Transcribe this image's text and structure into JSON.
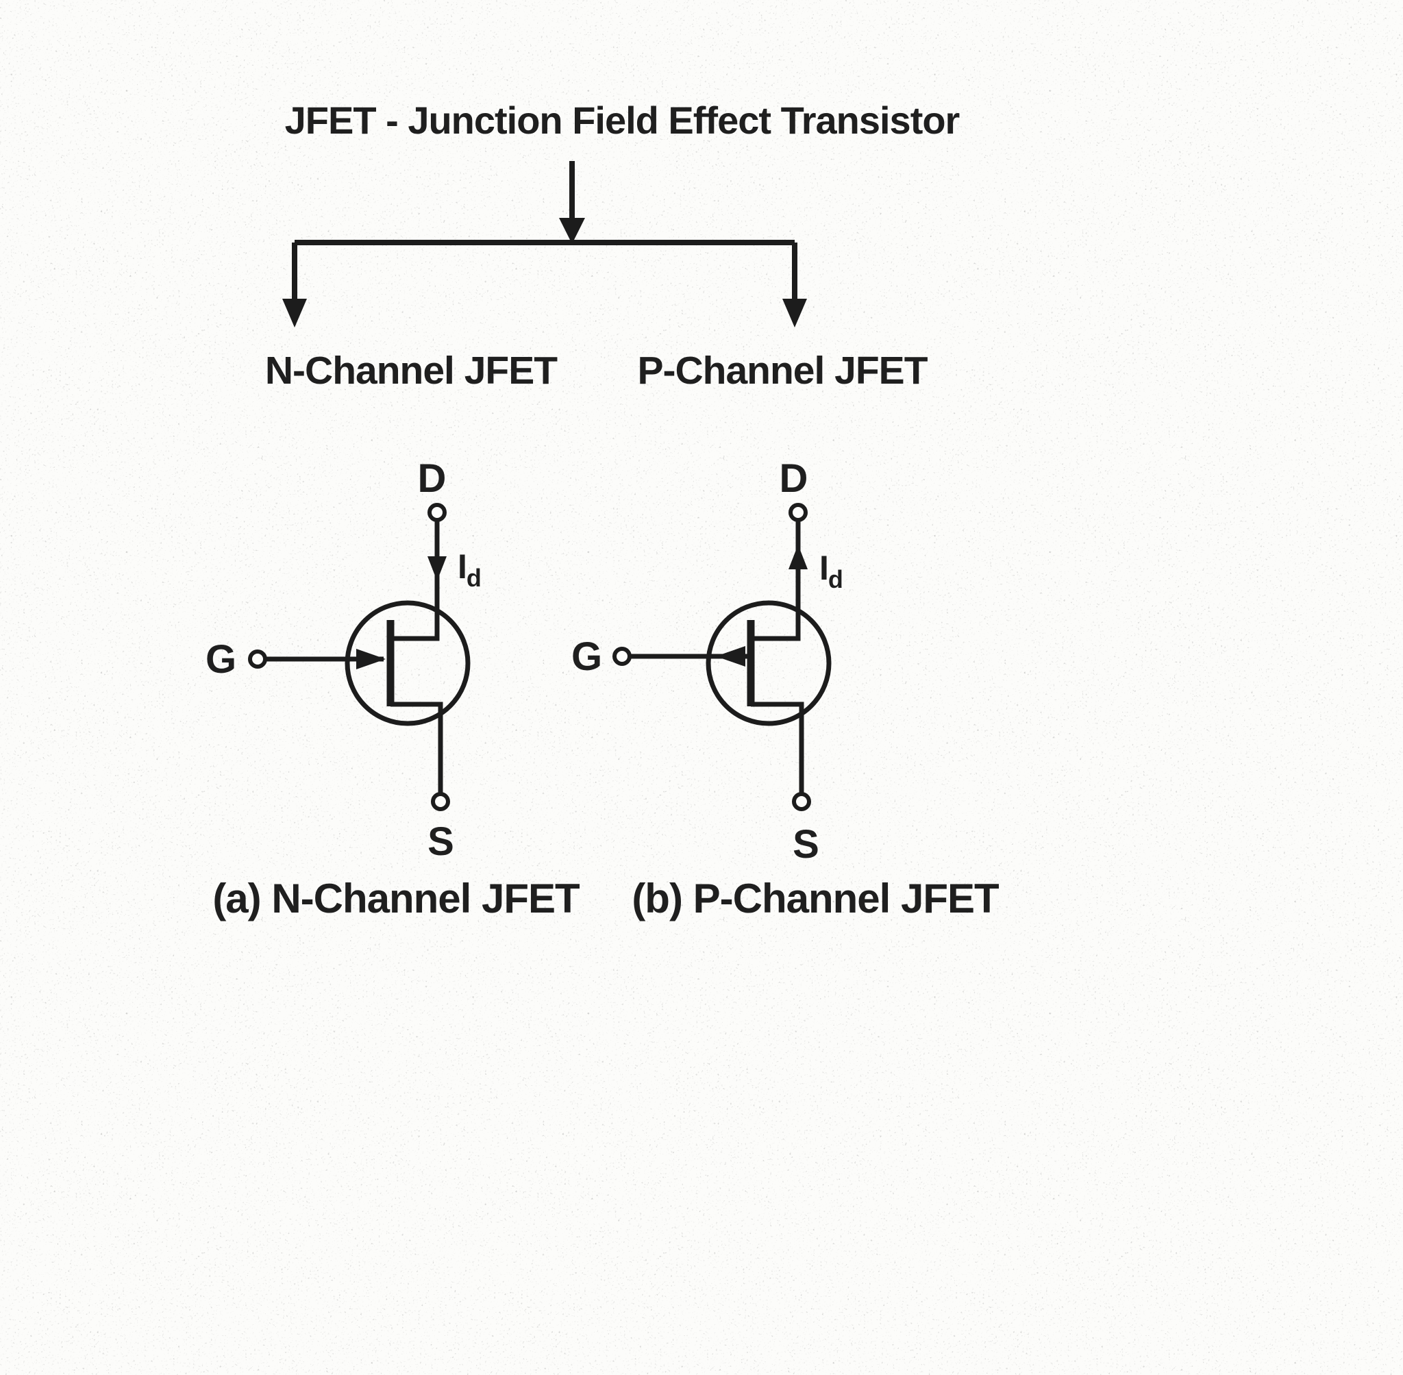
{
  "page": {
    "background": "#fcfcfa",
    "ink_color": "#1c1c1c"
  },
  "tree": {
    "title": "JFET - Junction Field Effect Transistor",
    "left_branch": "N-Channel JFET",
    "right_branch": "P-Channel JFET"
  },
  "symbols": {
    "n_channel": {
      "drain_label": "D",
      "gate_label": "G",
      "source_label": "S",
      "current_label": "I",
      "current_sub": "d",
      "caption": "(a) N-Channel JFET"
    },
    "p_channel": {
      "drain_label": "D",
      "gate_label": "G",
      "source_label": "S",
      "current_label": "I",
      "current_sub": "d",
      "caption": "(b) P-Channel JFET"
    }
  }
}
